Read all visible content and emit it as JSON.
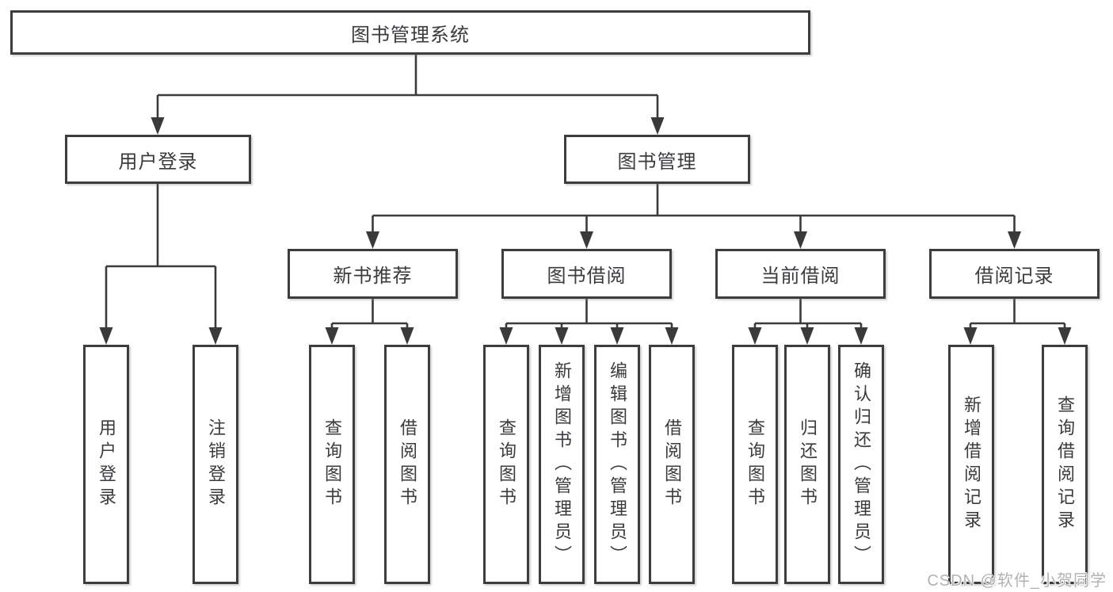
{
  "diagram": {
    "title": "图书管理系统",
    "watermark": "CSDN @软件_小贺同学",
    "colors": {
      "line": "#3a3a3a",
      "text": "#3b3b3f",
      "watermark": "#b2b2b2",
      "background": "#ffffff"
    },
    "nodes": {
      "root": {
        "label": "图书管理系统"
      },
      "user_login": {
        "label": "用户登录"
      },
      "book_mgmt": {
        "label": "图书管理"
      },
      "new_book": {
        "label": "新书推荐"
      },
      "book_borrow": {
        "label": "图书借阅"
      },
      "current_borrow": {
        "label": "当前借阅"
      },
      "borrow_record": {
        "label": "借阅记录"
      }
    },
    "leaves": [
      {
        "label": "用户登录"
      },
      {
        "label": "注销登录"
      },
      {
        "label": "查询图书"
      },
      {
        "label": "借阅图书"
      },
      {
        "label": "查询图书"
      },
      {
        "label": "新增图书（管理员）"
      },
      {
        "label": "编辑图书（管理员）"
      },
      {
        "label": "借阅图书"
      },
      {
        "label": "查询图书"
      },
      {
        "label": "归还图书"
      },
      {
        "label": "确认归还（管理员）"
      },
      {
        "label": "新增借阅记录"
      },
      {
        "label": "查询借阅记录"
      }
    ]
  }
}
